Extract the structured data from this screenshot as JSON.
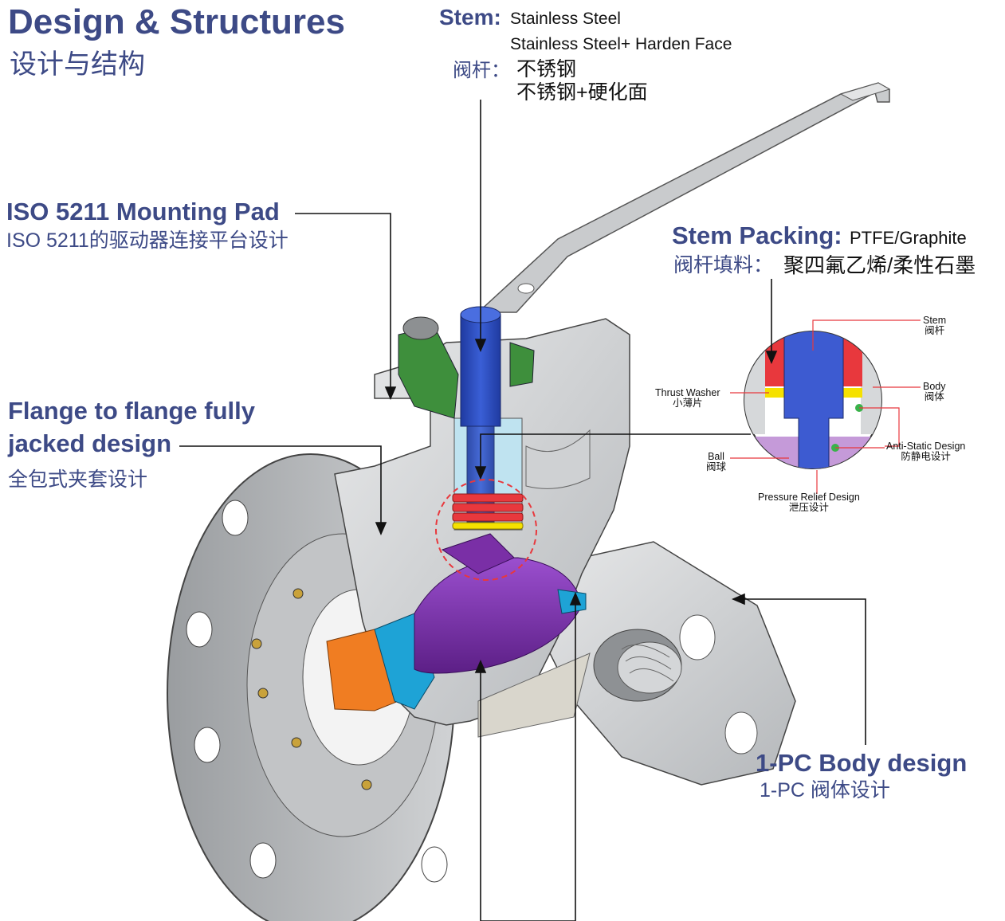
{
  "header": {
    "title_en": "Design & Structures",
    "title_cn": "设计与结构"
  },
  "stem": {
    "label_en": "Stem:",
    "material_1": "Stainless Steel",
    "material_2": "Stainless Steel+ Harden Face",
    "label_cn": "阀杆：",
    "material_1_cn": "不锈钢",
    "material_2_cn": "不锈钢+硬化面"
  },
  "iso_pad": {
    "label_en": "ISO 5211 Mounting Pad",
    "label_cn": "ISO 5211的驱动器连接平台设计"
  },
  "stem_packing": {
    "label_en": "Stem Packing:",
    "material_en": "PTFE/Graphite",
    "label_cn": "阀杆填料：",
    "material_cn": "聚四氟乙烯/柔性石墨"
  },
  "flange": {
    "line_1": "Flange to flange fully",
    "line_2": "jacked design",
    "label_cn": "全包式夹套设计"
  },
  "body": {
    "label_en": "1-PC Body design",
    "label_cn": "1-PC 阀体设计"
  },
  "detail": {
    "stem_en": "Stem",
    "stem_cn": "阀杆",
    "body_en": "Body",
    "body_cn": "阀体",
    "thrust_en": "Thrust Washer",
    "thrust_cn": "小薄片",
    "antistatic_en": "Anti-Static Design",
    "antistatic_cn": "防静电设计",
    "ball_en": "Ball",
    "ball_cn": "阀球",
    "relief_en": "Pressure Relief Design",
    "relief_cn": "泄压设计"
  },
  "colors": {
    "heading": "#3d4a86",
    "stem_blue": "#2f4bb5",
    "ball_purple": "#7a2fa6",
    "seat_orange": "#f07d22",
    "seal_cyan": "#1ea3d6",
    "packing_red": "#e8383d",
    "washer_yellow": "#f5e100",
    "jacket_light_blue": "#bfe3f0",
    "body_grey": "#d6d8da",
    "bolt_green": "#3e8f3c"
  }
}
